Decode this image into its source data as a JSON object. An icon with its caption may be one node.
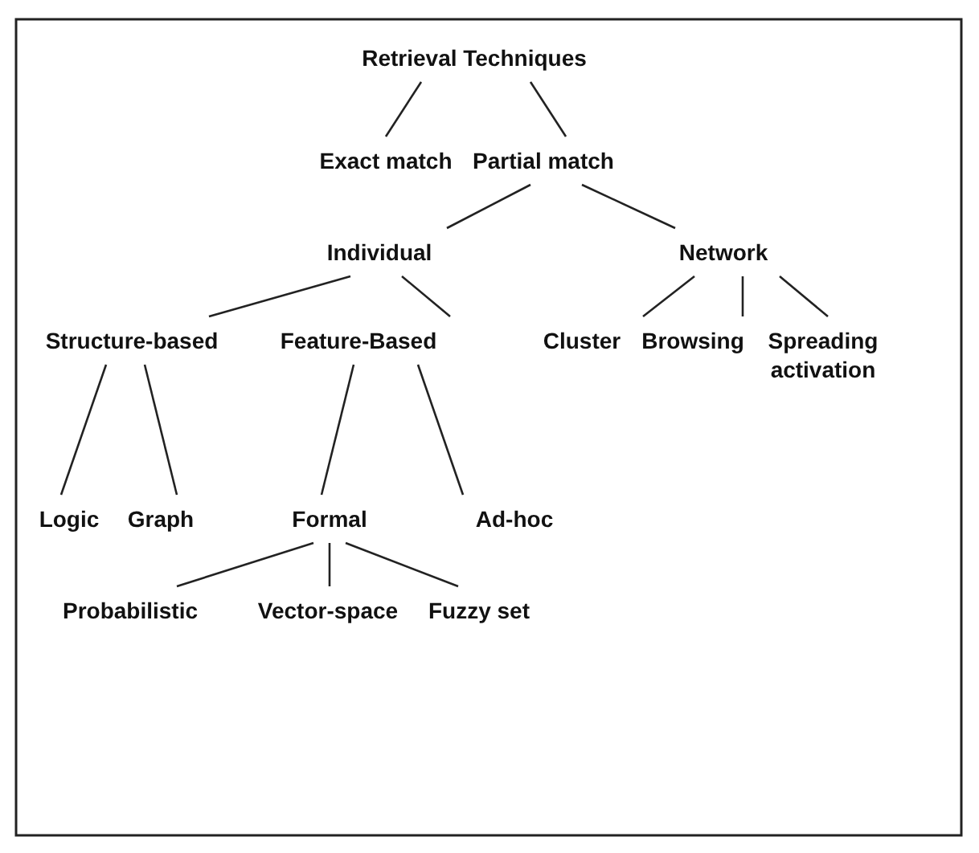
{
  "diagram": {
    "nodes": [
      {
        "text": [
          "Retrieval Techniques"
        ]
      },
      {
        "text": [
          "Exact match"
        ]
      },
      {
        "text": [
          "Partial match"
        ]
      },
      {
        "text": [
          "Individual"
        ]
      },
      {
        "text": [
          "Network"
        ]
      },
      {
        "text": [
          "Structure-based"
        ]
      },
      {
        "text": [
          "Feature-Based"
        ]
      },
      {
        "text": [
          "Cluster"
        ]
      },
      {
        "text": [
          "Browsing"
        ]
      },
      {
        "text": [
          "Spreading activation"
        ]
      },
      {
        "text": [
          "Logic"
        ]
      },
      {
        "text": [
          "Graph"
        ]
      },
      {
        "text": [
          "Formal"
        ]
      },
      {
        "text": [
          "Ad-hoc"
        ]
      },
      {
        "text": [
          "Probabilistic"
        ]
      },
      {
        "text": [
          "Vector-space"
        ]
      },
      {
        "text": [
          "Fuzzy set"
        ]
      }
    ],
    "edges": [
      {
        "from": 0,
        "to": 1,
        "arrow": "none"
      },
      {
        "from": 0,
        "to": 2,
        "arrow": "none"
      },
      {
        "from": 2,
        "to": 3,
        "arrow": "none"
      },
      {
        "from": 2,
        "to": 4,
        "arrow": "none"
      },
      {
        "from": 3,
        "to": 5,
        "arrow": "none"
      },
      {
        "from": 3,
        "to": 6,
        "arrow": "none"
      },
      {
        "from": 4,
        "to": 7,
        "arrow": "none"
      },
      {
        "from": 4,
        "to": 8,
        "arrow": "none"
      },
      {
        "from": 4,
        "to": 9,
        "arrow": "none"
      },
      {
        "from": 5,
        "to": 10,
        "arrow": "none"
      },
      {
        "from": 5,
        "to": 11,
        "arrow": "none"
      },
      {
        "from": 6,
        "to": 12,
        "arrow": "none"
      },
      {
        "from": 6,
        "to": 13,
        "arrow": "none"
      },
      {
        "from": 12,
        "to": 14,
        "arrow": "none"
      },
      {
        "from": 12,
        "to": 15,
        "arrow": "none"
      },
      {
        "from": 12,
        "to": 16,
        "arrow": "none"
      }
    ]
  }
}
